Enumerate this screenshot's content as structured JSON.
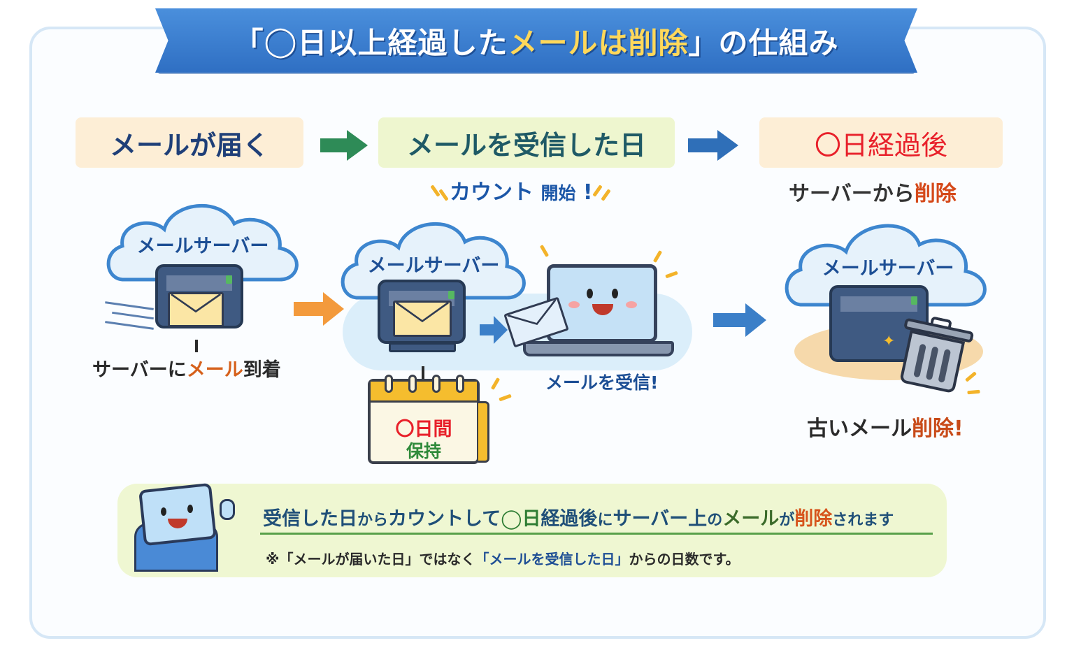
{
  "title": {
    "open_bracket": "「",
    "circle": "◯",
    "part1": "日以上経過した",
    "highlight": "メールは削除",
    "close_bracket": "」",
    "part2": "の仕組み"
  },
  "steps": [
    {
      "label": "メールが届く"
    },
    {
      "label": "メールを受信した日",
      "sub_main": "カウント",
      "sub_small": "開始",
      "sub_mark": "!"
    },
    {
      "label": "〇日経過後",
      "sub_prefix": "サーバーから",
      "sub_highlight": "削除"
    }
  ],
  "panel1": {
    "cloud_label": "メールサーバー",
    "caption_prefix": "サーバーに",
    "caption_highlight": "メール",
    "caption_suffix": "到着"
  },
  "panel2": {
    "cloud_label": "メールサーバー",
    "calendar_line1": "〇日間",
    "calendar_line2": "保持",
    "receive_caption": "メールを受信!"
  },
  "panel3": {
    "cloud_label": "メールサーバー",
    "caption_prefix": "古いメール",
    "caption_highlight": "削除!"
  },
  "summary": {
    "p1": "受信した日",
    "p2": "から",
    "p3": "カウントして",
    "p4": "◯",
    "p5": "日",
    "p6": "経過後",
    "p7": "に",
    "p8": "サーバー上",
    "p9": "の",
    "p10": "メール",
    "p11": "が",
    "p12": "削除",
    "p13": "されます",
    "note_prefix": "※「メールが届いた日」ではなく",
    "note_highlight": "「メールを受信した日」",
    "note_suffix": "からの日数です。"
  },
  "colors": {
    "banner_blue": "#3a7fd0",
    "highlight_yellow": "#ffd85a",
    "accent_red": "#e8202a",
    "accent_orange": "#d6541c",
    "arrow_green": "#2e8b57",
    "arrow_blue": "#2f6fb8",
    "arrow_orange": "#f39a3c"
  }
}
